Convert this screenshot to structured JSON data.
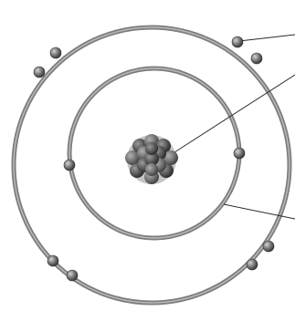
{
  "diagram": {
    "type": "bohr-atom-model",
    "colors": {
      "background": "#ffffff",
      "orbit": "#8c8c8c",
      "orbit_highlight": "#b4b4b4",
      "electron": "#6e6e6e",
      "electron_highlight": "#cfcfcf",
      "nucleus_dark": "#4a4a4a",
      "nucleus_mid": "#6a6a6a",
      "nucleus_light": "#8a8a8a",
      "leader_line": "#222222"
    },
    "shells": [
      {
        "name": "inner-shell",
        "electron_count": 2
      },
      {
        "name": "outer-shell",
        "electron_count": 8
      }
    ],
    "leader_line_count": 3,
    "labels": []
  }
}
